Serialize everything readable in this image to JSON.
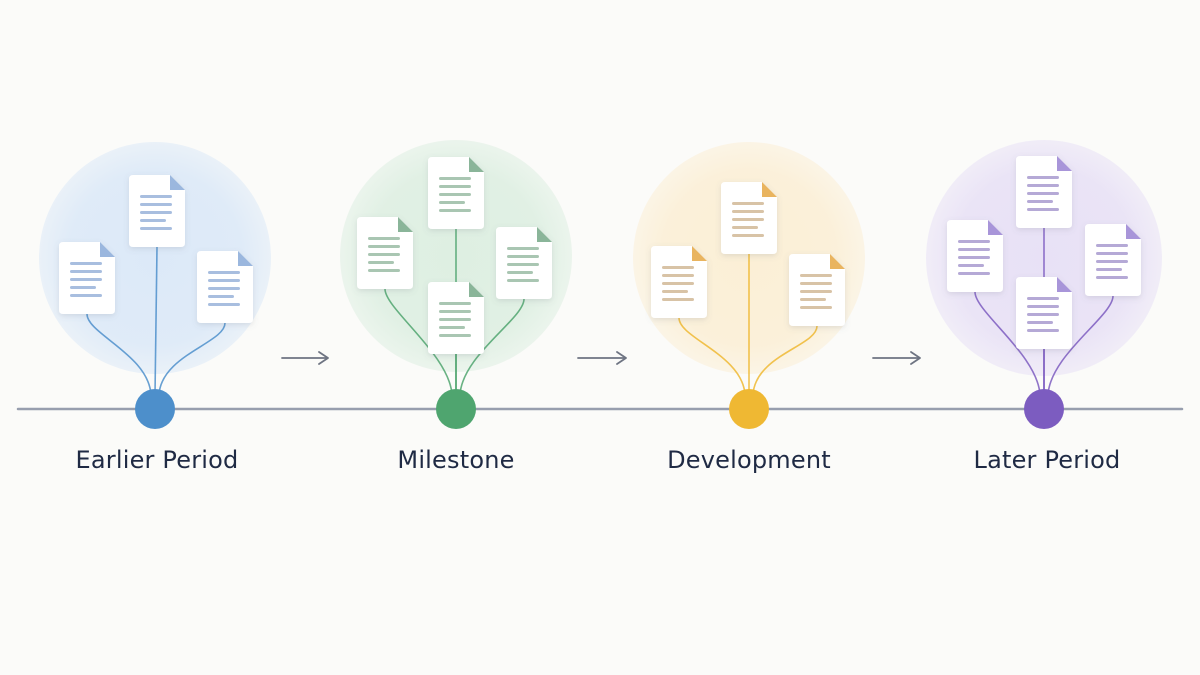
{
  "colors": {
    "background": "#fbfbf9",
    "timeline": "#8d95a6",
    "arrow": "#6e7482",
    "label": "#1f2a44"
  },
  "stages": [
    {
      "label": "Earlier Period",
      "node": "#4d8fcb",
      "halo": "#dce9f8",
      "accent": "#9bb7de",
      "lines": "#a8bedf",
      "doc_count": 3
    },
    {
      "label": "Milestone",
      "node": "#4fa56f",
      "halo": "#deefe2",
      "accent": "#8ab599",
      "lines": "#a9c6b2",
      "doc_count": 4
    },
    {
      "label": "Development",
      "node": "#efb833",
      "halo": "#fbefd6",
      "accent": "#e9b45e",
      "lines": "#d8c3a6",
      "doc_count": 3
    },
    {
      "label": "Later Period",
      "node": "#7c5cc0",
      "halo": "#e8e1f6",
      "accent": "#a895d9",
      "lines": "#b5a9d6",
      "doc_count": 4
    }
  ]
}
